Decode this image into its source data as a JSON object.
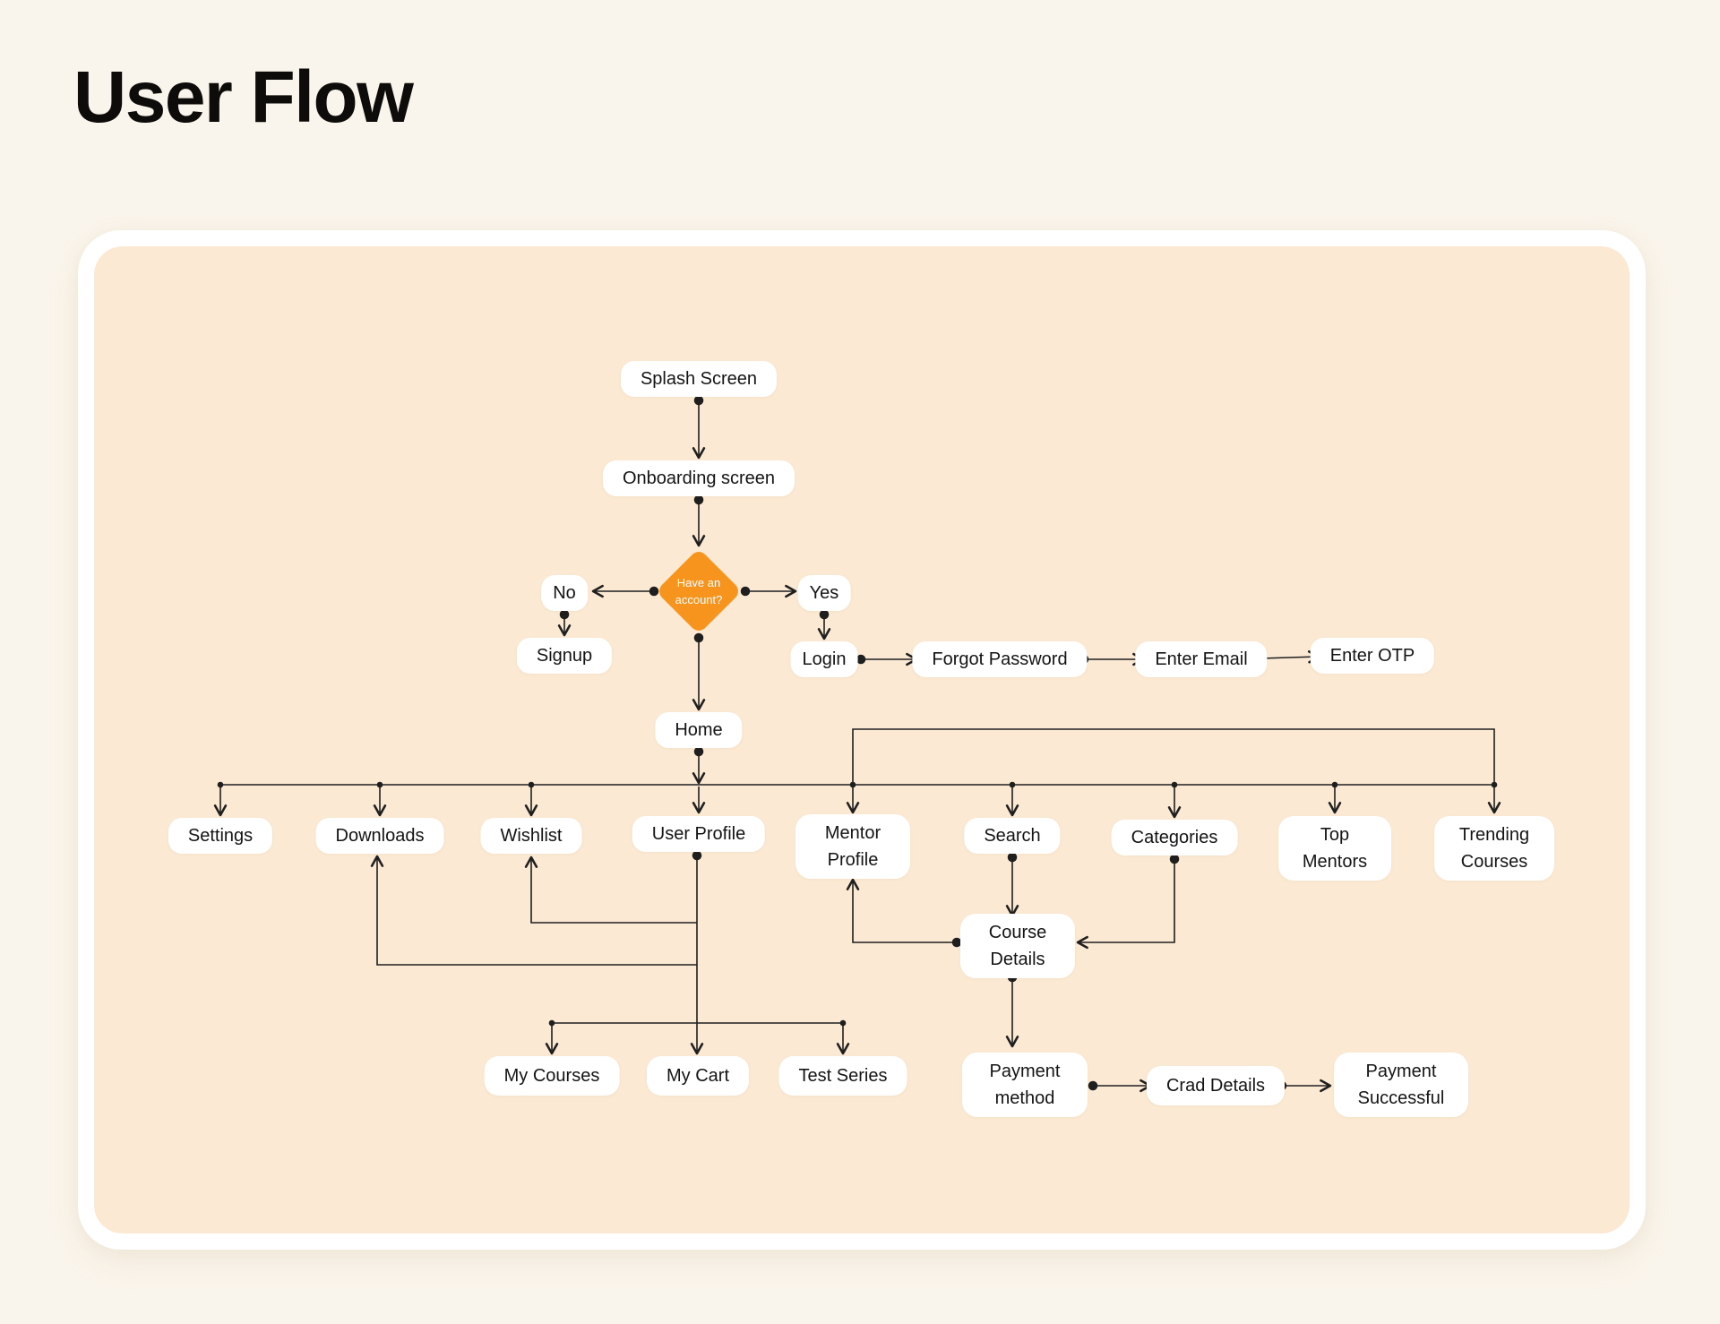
{
  "title": "User Flow",
  "colors": {
    "page_bg": "#FAF5EC",
    "card_bg": "#FFFFFF",
    "panel_bg": "#FBE9D3",
    "node_bg": "#FFFFFF",
    "line": "#1F1F1F",
    "text": "#141414",
    "title_color": "#0D0C0B",
    "diamond_bg": "#F7941E",
    "diamond_text": "#FFFFFF"
  },
  "flow": {
    "splash": {
      "label": "Splash Screen"
    },
    "onboarding": {
      "label": "Onboarding screen"
    },
    "decision": {
      "line1": "Have an",
      "line2": "account?"
    },
    "no": {
      "label": "No"
    },
    "yes": {
      "label": "Yes"
    },
    "signup": {
      "label": "Signup"
    },
    "login": {
      "label": "Login"
    },
    "forgot_password": {
      "label": "Forgot Password"
    },
    "enter_email": {
      "label": "Enter Email"
    },
    "enter_otp": {
      "label": "Enter OTP"
    },
    "home": {
      "label": "Home"
    },
    "settings": {
      "label": "Settings"
    },
    "downloads": {
      "label": "Downloads"
    },
    "wishlist": {
      "label": "Wishlist"
    },
    "user_profile": {
      "label": "User Profile"
    },
    "mentor_profile": {
      "label": "Mentor Profile"
    },
    "search": {
      "label": "Search"
    },
    "categories": {
      "label": "Categories"
    },
    "top_mentors": {
      "label": "Top Mentors"
    },
    "trending_courses": {
      "label": "Trending Courses"
    },
    "course_details": {
      "label": "Course Details"
    },
    "my_courses": {
      "label": "My Courses"
    },
    "my_cart": {
      "label": "My Cart"
    },
    "test_series": {
      "label": "Test Series"
    },
    "payment_method": {
      "label": "Payment method"
    },
    "crad_details": {
      "label": "Crad Details"
    },
    "payment_successful": {
      "label": "Payment Successful"
    }
  }
}
